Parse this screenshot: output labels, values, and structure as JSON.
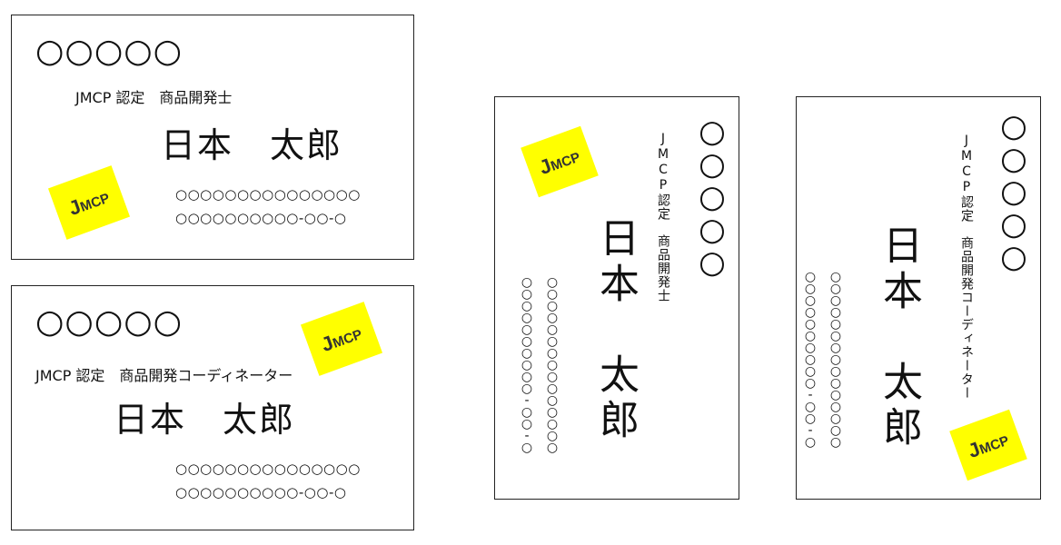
{
  "brand_color": "#ffff00",
  "logo": {
    "big": "J",
    "small": "MCP",
    "text": "JMCP"
  },
  "cards": [
    {
      "company": "○○○○○",
      "title": "JMCP 認定　商品開発士",
      "name": "日本　太郎",
      "line1": "○○○○○○○○○○○○○○○",
      "line2": "○○○○○○○○○○-○○-○"
    },
    {
      "company": "○○○○○",
      "title": "JMCP 認定　商品開発コーディネーター",
      "name": "日本　太郎",
      "line1": "○○○○○○○○○○○○○○○",
      "line2": "○○○○○○○○○○-○○-○"
    },
    {
      "company": "○○○○○",
      "title": "JMCP認定　商品開発士",
      "name": "日本　太郎",
      "line1": "○○○○○○○○○○○○○○○",
      "line2": "○○○○○○○○○○-○○-○"
    },
    {
      "company": "○○○○○",
      "title": "JMCP認定　商品開発コーディネーター",
      "name": "日本　太郎",
      "line1": "○○○○○○○○○○○○○○○",
      "line2": "○○○○○○○○○○-○○-○"
    }
  ]
}
